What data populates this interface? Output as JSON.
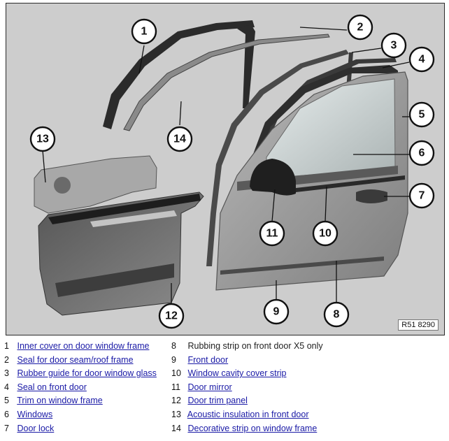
{
  "figure": {
    "ref_code": "R51 8290",
    "callouts": [
      "1",
      "2",
      "3",
      "4",
      "5",
      "6",
      "7",
      "8",
      "9",
      "10",
      "11",
      "12",
      "13",
      "14"
    ]
  },
  "legend": {
    "left": [
      {
        "num": "1",
        "label": "Inner cover on door window frame",
        "link": true
      },
      {
        "num": "2",
        "label": "Seal for door seam/roof frame",
        "link": true
      },
      {
        "num": "3",
        "label": "Rubber guide for door window glass",
        "link": true
      },
      {
        "num": "4",
        "label": "Seal on front door",
        "link": true
      },
      {
        "num": "5",
        "label": "Trim on window frame",
        "link": true
      },
      {
        "num": "6",
        "label": "Windows",
        "link": true
      },
      {
        "num": "7",
        "label": "Door lock",
        "link": true
      }
    ],
    "right": [
      {
        "num": "8",
        "label": "Rubbing strip on front door X5 only",
        "link": false
      },
      {
        "num": "9",
        "label": "Front door",
        "link": true
      },
      {
        "num": "10",
        "label": "Window cavity cover strip",
        "link": true
      },
      {
        "num": "11",
        "label": "Door mirror",
        "link": true
      },
      {
        "num": "12",
        "label": "Door trim panel",
        "link": true
      },
      {
        "num": "13",
        "label": "Acoustic insulation in front door",
        "link": true
      },
      {
        "num": "14",
        "label": "Decorative strip on window frame",
        "link": true
      }
    ]
  },
  "colors": {
    "background": "#cdcdcd",
    "link": "#1a1aa6",
    "door_body": "#9a9a9a",
    "dark_part": "#2a2a2a"
  }
}
